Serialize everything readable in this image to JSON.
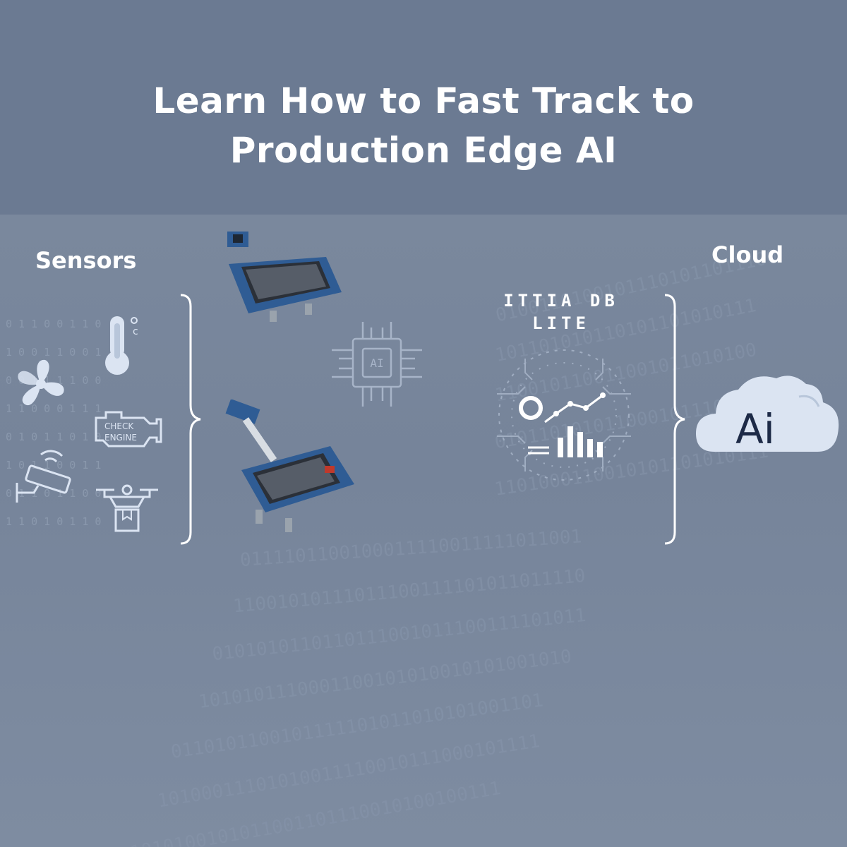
{
  "title": {
    "line1": "Learn How to Fast Track to",
    "line2": "Production Edge AI"
  },
  "sections": {
    "sensors": "Sensors",
    "cloud": "Cloud"
  },
  "database": {
    "name_line1": "ITTIA DB",
    "name_line2": "LITE"
  },
  "chip": {
    "label": "AI"
  },
  "engine_icon": {
    "line1": "CHECK",
    "line2": "ENGINE"
  },
  "cloud_icon": {
    "label": "Ai"
  },
  "icons": [
    "thermometer-icon",
    "fan-icon",
    "check-engine-icon",
    "security-camera-icon",
    "delivery-drone-icon",
    "ai-chip-icon",
    "analytics-chart-icon",
    "ai-cloud-icon"
  ],
  "colors": {
    "header_bg": "#6b7a92",
    "panel_bg": "#7a889d",
    "icon_light": "#dbe4f2",
    "board_blue": "#2f5c94",
    "cloud_text": "#1d2a47"
  }
}
